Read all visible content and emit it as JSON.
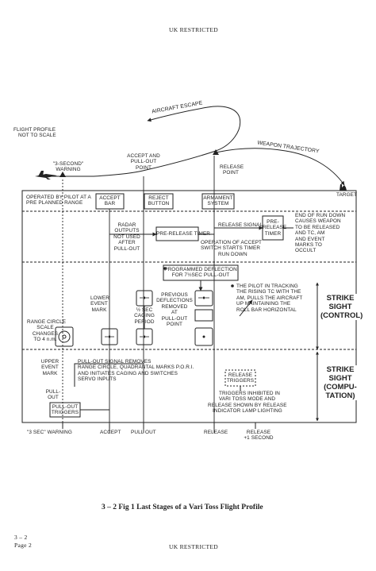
{
  "header": {
    "classification_top": "UK RESTRICTED",
    "classification_bottom": "UK RESTRICTED"
  },
  "footer": {
    "section": "3 – 2",
    "page": "Page 2"
  },
  "caption": "3 – 2 Fig 1  Last Stages of a Vari Toss Flight Profile",
  "profile": {
    "note": [
      "FLIGHT PROFILE",
      "NOT TO SCALE"
    ],
    "aircraft_escape": "AIRCRAFT ESCAPE",
    "weapon_trajectory": "WEAPON TRAJECTORY",
    "three_second_warning": [
      "\"3-SECOND\"",
      "WARNING"
    ],
    "accept_pullout_point": [
      "ACCEPT AND",
      "PULL-OUT",
      "POINT"
    ],
    "release_point": [
      "RELEASE",
      "POINT"
    ],
    "target": "TARGET"
  },
  "band1": {
    "pilot_operated": [
      "OPERATED BY PILOT AT A",
      "PRE PLANNED RANGE"
    ],
    "accept_bar": [
      "ACCEPT",
      "BAR"
    ],
    "reject_button": [
      "REJECT",
      "BUTTON"
    ],
    "armament_system": [
      "ARMAMENT",
      "SYSTEM"
    ]
  },
  "band2": {
    "radar_outputs": [
      "RADAR",
      "OUTPUTS",
      "NOT USED",
      "AFTER",
      "PULL-OUT"
    ],
    "pre_release_timer": "PRE-RELEASE TIMER",
    "release_signal": "RELEASE SIGNAL",
    "pre_release_timer_box": [
      "PRE-",
      "RELEASE",
      "TIMER"
    ],
    "accept_operation": [
      "OPERATION OF ACCEPT",
      "SWITCH STARTS TIMER",
      "RUN DOWN"
    ],
    "end_of_run_down": [
      "END OF RUN DOWN",
      "CAUSES WEAPON",
      "TO BE RELEASED",
      "AND TC, AM",
      "AND EVENT",
      "MARKS TO",
      "OCCULT"
    ]
  },
  "band3": {
    "programmed_deflection": [
      "PROGRAMMED DEFLECTION",
      "FOR 7½SEC PULL-OUT"
    ],
    "pilot_tracking": [
      "THE PILOT IN TRACKING",
      "THE RISING TC WITH THE",
      "AM, PULLS THE AIRCRAFT",
      "UP MAINTAINING THE",
      "ROLL BAR HORIZONTAL"
    ],
    "lower_event_mark": [
      "LOWER",
      "EVENT",
      "MARK"
    ],
    "caging_period": [
      "½ SEC",
      "CAGING",
      "PERIOD"
    ],
    "previous_deflections": [
      "PREVIOUS",
      "DEFLECTIONS",
      "REMOVED",
      "AT",
      "PULL-OUT",
      "POINT"
    ],
    "range_circle": [
      "RANGE CIRCLE",
      "SCALE",
      "CHANGES",
      "TO 4 n.m."
    ],
    "strike_sight_control": [
      "STRIKE",
      "SIGHT",
      "(CONTROL)"
    ]
  },
  "band4": {
    "upper_event_mark": [
      "UPPER",
      "EVENT",
      "MARK"
    ],
    "pullout_signal": [
      "PULL-OUT SIGNAL REMOVES",
      "RANGE CIRCLE, QUADRANTAL MARKS P.O.R.I.",
      "AND INITIATES CAGING AND SWITCHES",
      "SERVO INPUTS"
    ],
    "pull_out": [
      "PULL-",
      "OUT"
    ],
    "pullout_triggers": [
      "PULL-OUT",
      "TRIGGERS"
    ],
    "release_triggers": [
      "RELEASE",
      "TRIGGERS"
    ],
    "triggers_inhibited": [
      "TRIGGERS INHIBITED IN",
      "VARI TOSS MODE AND",
      "RELEASE SHOWN BY RELEASE",
      "INDICATOR LAMP LIGHTING"
    ],
    "strike_sight_computation": [
      "STRIKE",
      "SIGHT",
      "(COMPU-",
      "TATION)"
    ]
  },
  "timeline": {
    "warning": "\"3 SEC\" WARNING",
    "accept": "ACCEPT",
    "pull_out": "PULL OUT",
    "release": "RELEASE",
    "release_plus": [
      "RELEASE",
      "+1 SECOND"
    ]
  },
  "colors": {
    "ink": "#222222",
    "paper": "#ffffff"
  }
}
